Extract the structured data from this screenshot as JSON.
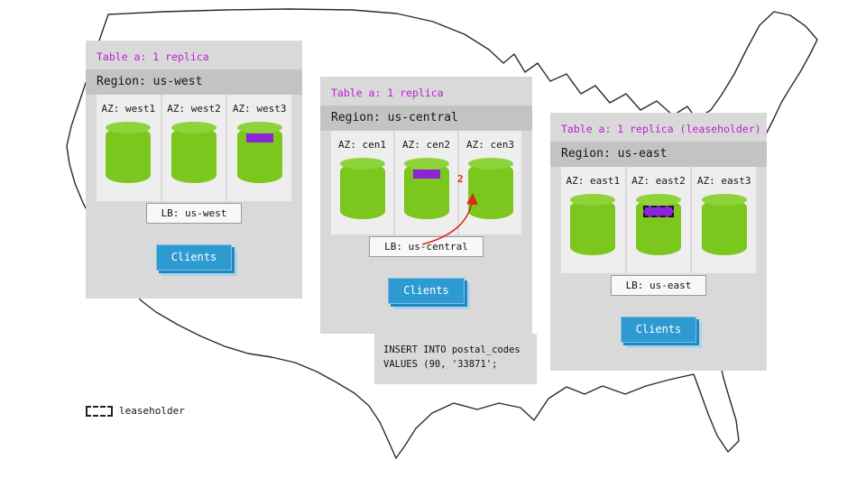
{
  "regions": [
    {
      "table_label": "Table a: 1 replica",
      "region_label": "Region: us-west",
      "azs": [
        {
          "label": "AZ: west1",
          "replica": false,
          "leaseholder": false
        },
        {
          "label": "AZ: west2",
          "replica": false,
          "leaseholder": false
        },
        {
          "label": "AZ: west3",
          "replica": true,
          "leaseholder": false
        }
      ],
      "lb_label": "LB: us-west",
      "clients_label": "Clients"
    },
    {
      "table_label": "Table a: 1 replica",
      "region_label": "Region: us-central",
      "azs": [
        {
          "label": "AZ: cen1",
          "replica": false,
          "leaseholder": false
        },
        {
          "label": "AZ: cen2",
          "replica": true,
          "leaseholder": false
        },
        {
          "label": "AZ: cen3",
          "replica": false,
          "leaseholder": false
        }
      ],
      "lb_label": "LB: us-central",
      "clients_label": "Clients"
    },
    {
      "table_label": "Table a: 1 replica (leaseholder)",
      "region_label": "Region: us-east",
      "azs": [
        {
          "label": "AZ: east1",
          "replica": false,
          "leaseholder": false
        },
        {
          "label": "AZ: east2",
          "replica": true,
          "leaseholder": true
        },
        {
          "label": "AZ: east3",
          "replica": false,
          "leaseholder": false
        }
      ],
      "lb_label": "LB: us-east",
      "clients_label": "Clients"
    }
  ],
  "sql": {
    "line1": "INSERT INTO postal_codes",
    "line2": "VALUES (90, '33871';"
  },
  "arrow": {
    "label": "2"
  },
  "legend": {
    "label": "leaseholder"
  },
  "colors": {
    "accent_purple": "#bb1fd0",
    "replica_purple": "#8d23d6",
    "cylinder_green": "#7cc71e",
    "cylinder_green_top": "#8ed33a",
    "clients_blue": "#2d9ad2",
    "arrow_red": "#d92b1f",
    "panel_gray": "#d9d9d9",
    "region_bar_gray": "#c3c3c3",
    "az_bg": "#eeeeee"
  }
}
